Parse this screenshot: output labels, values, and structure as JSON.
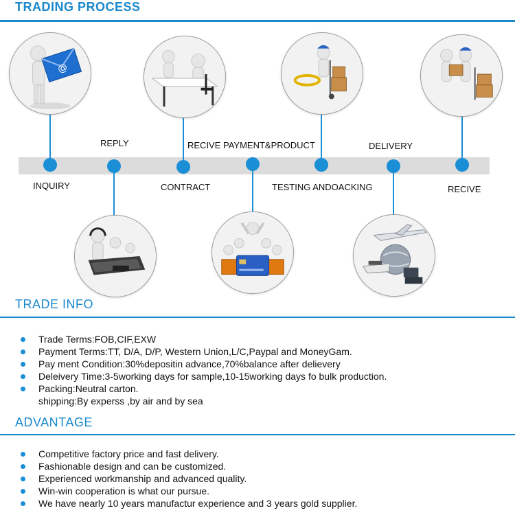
{
  "sections": {
    "trading_process": "TRADING PROCESS",
    "trade_info": "TRADE INFO",
    "advantage": "ADVANTAGE"
  },
  "steps": {
    "inquiry": "INQUIRY",
    "reply": "REPLY",
    "contract": "CONTRACT",
    "payment": "RECIVE PAYMENT&PRODUCT",
    "testing": "TESTING ANDOACKING",
    "delivery": "DELIVERY",
    "recive": "RECIVE"
  },
  "icons": {
    "inquiry": "email-envelope-icon",
    "contract": "meeting-table-icon",
    "testing": "packing-boxes-icon",
    "recive": "box-handover-icon",
    "reply": "call-center-icon",
    "payment": "credit-card-puzzle-icon",
    "delivery": "plane-ship-globe-icon"
  },
  "trade_info": [
    "Trade Terms:FOB,CIF,EXW",
    "Payment Terms:TT, D/A, D/P, Western Union,L/C,Paypal and MoneyGam.",
    "Pay ment Condition:30%depositin advance,70%balance after delievery",
    "Deleivery Time:3-5working days for sample,10-15working days fo bulk production.",
    "Packing:Neutral carton.",
    "shipping:By experss ,by air and by sea"
  ],
  "advantage": [
    "Competitive factory price and fast delivery.",
    "Fashionable design and can be customized.",
    "Experienced workmanship and advanced quality.",
    "Win-win cooperation is what our pursue.",
    "We have nearly 10 years manufactur experience and 3 years gold supplier."
  ],
  "colors": {
    "accent": "#1a88cc",
    "dot": "#1a8fd6",
    "bar": "#dcdcdc"
  }
}
